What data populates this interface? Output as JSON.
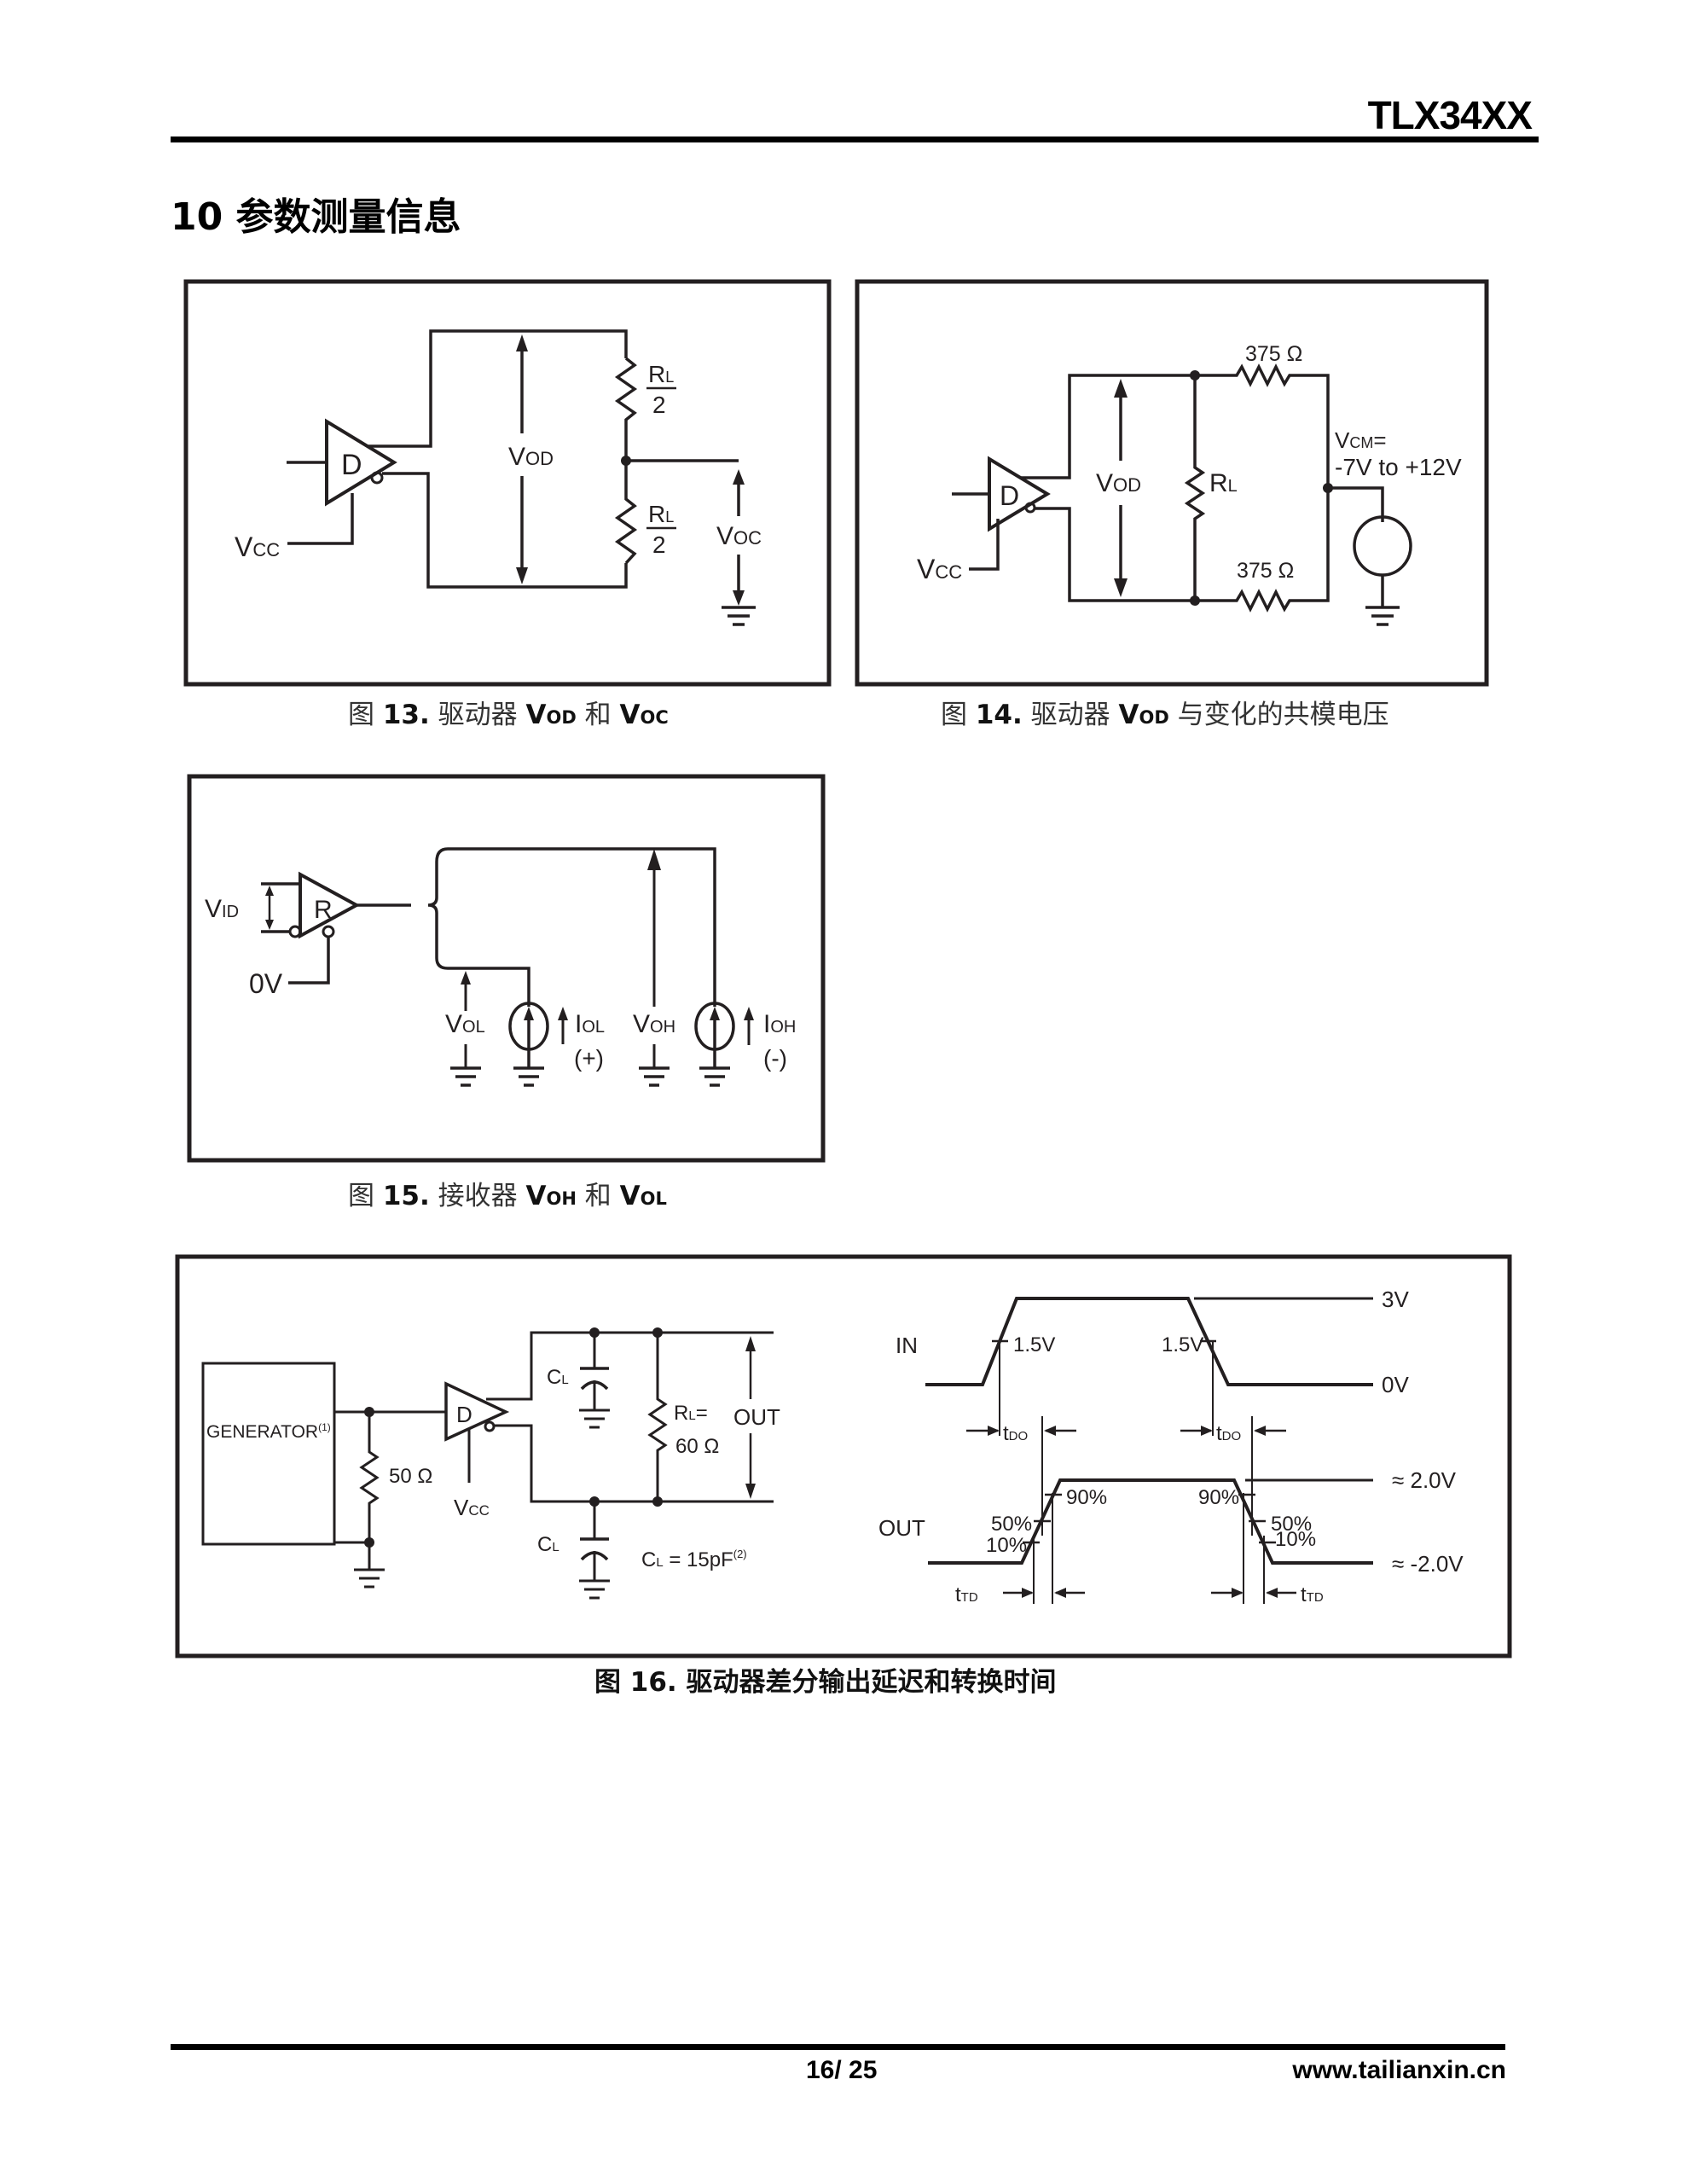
{
  "header": {
    "doc_title": "TLX34XX"
  },
  "section": {
    "heading": "10 参数测量信息"
  },
  "figures": {
    "fig13": {
      "caption_prefix": "图",
      "caption_number": "13.",
      "caption_text": "驱动器",
      "caption_v1_main": "V",
      "caption_v1_sub": "OD",
      "caption_and": "和",
      "caption_v2_main": "V",
      "caption_v2_sub": "OC",
      "labels": {
        "driver": "D",
        "vcc_main": "V",
        "vcc_sub": "CC",
        "vod_main": "V",
        "vod_sub": "OD",
        "voc_main": "V",
        "voc_sub": "OC",
        "rl_top_main": "R",
        "rl_top_sub": "L",
        "rl_top_den": "2",
        "rl_bot_main": "R",
        "rl_bot_sub": "L",
        "rl_bot_den": "2"
      }
    },
    "fig14": {
      "caption_prefix": "图",
      "caption_number": "14.",
      "caption_text": "驱动器",
      "caption_v1_main": "V",
      "caption_v1_sub": "OD",
      "caption_rest": "与变化的共模电压",
      "labels": {
        "driver": "D",
        "vcc_main": "V",
        "vcc_sub": "CC",
        "vod_main": "V",
        "vod_sub": "OD",
        "rl_main": "R",
        "rl_sub": "L",
        "r_top": "375 Ω",
        "r_bot": "375 Ω",
        "vcm_main": "V",
        "vcm_sub": "CM",
        "vcm_eq": "=",
        "vcm_range": "-7V to +12V"
      }
    },
    "fig15": {
      "caption_prefix": "图",
      "caption_number": "15.",
      "caption_text": "接收器",
      "caption_v1_main": "V",
      "caption_v1_sub": "OH",
      "caption_and": "和",
      "caption_v2_main": "V",
      "caption_v2_sub": "OL",
      "labels": {
        "receiver": "R",
        "vid_main": "V",
        "vid_sub": "ID",
        "zero_v": "0V",
        "vol_main": "V",
        "vol_sub": "OL",
        "iol_main": "I",
        "iol_sub": "OL",
        "iol_sign": "(+)",
        "voh_main": "V",
        "voh_sub": "OH",
        "ioh_main": "I",
        "ioh_sub": "OH",
        "ioh_sign": "(-)"
      }
    },
    "fig16": {
      "caption": "图 16. 驱动器差分输出延迟和转换时间",
      "labels": {
        "generator": "GENERATOR",
        "generator_note": "(1)",
        "r50": "50 Ω",
        "driver": "D",
        "vcc_main": "V",
        "vcc_sub": "CC",
        "cl_top_main": "C",
        "cl_top_sub": "L",
        "cl_bot_main": "C",
        "cl_bot_sub": "L",
        "rl_main": "R",
        "rl_sub": "L",
        "rl_eq": "=",
        "rl_val": "60 Ω",
        "out": "OUT",
        "cl_value_main": "C",
        "cl_value_sub": "L",
        "cl_value_rest": " = 15pF",
        "cl_value_note": "(2)",
        "in": "IN",
        "out_wave": "OUT",
        "v_3": "3V",
        "v_0": "0V",
        "v_1_5_left": "1.5V",
        "v_1_5_right": "1.5V",
        "tdo_main": "t",
        "tdo_sub": "DO",
        "ttd_main": "t",
        "ttd_sub": "TD",
        "v_high": "≈ 2.0V",
        "v_low": "≈ -2.0V",
        "pct90": "90%",
        "pct50": "50%",
        "pct10": "10%"
      }
    }
  },
  "footer": {
    "page_number": "16/ 25",
    "site": "www.tailianxin.cn"
  }
}
